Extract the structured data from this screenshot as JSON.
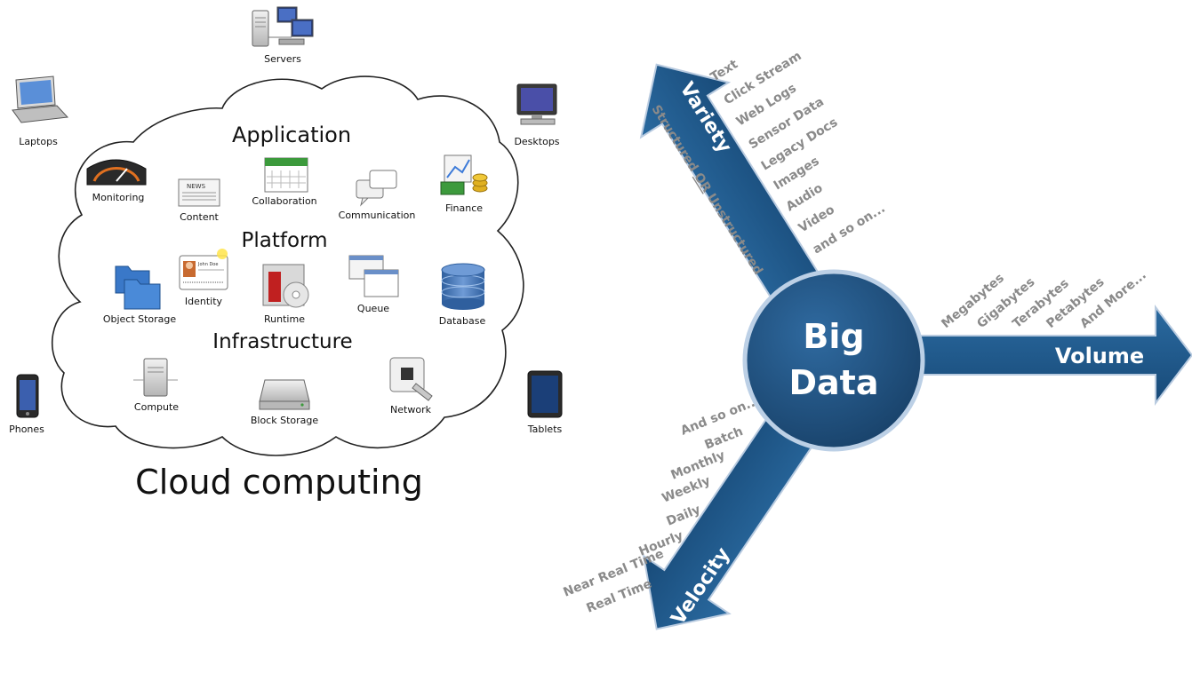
{
  "cloud": {
    "caption": "Cloud computing",
    "layers": {
      "application": "Application",
      "platform": "Platform",
      "infrastructure": "Infrastructure"
    },
    "devices": {
      "servers": "Servers",
      "laptops": "Laptops",
      "desktops": "Desktops",
      "phones": "Phones",
      "tablets": "Tablets"
    },
    "services": {
      "monitoring": "Monitoring",
      "content": "Content",
      "collaboration": "Collaboration",
      "communication": "Communication",
      "finance": "Finance",
      "object_storage": "Object Storage",
      "identity": "Identity",
      "identity_card_name": "John Doe",
      "runtime": "Runtime",
      "queue": "Queue",
      "database": "Database",
      "compute": "Compute",
      "block_storage": "Block Storage",
      "network": "Network",
      "news_label": "NEWS"
    }
  },
  "bigdata": {
    "center_line1": "Big",
    "center_line2": "Data",
    "colors": {
      "arrow": "#1d5a8c",
      "circle": "#1e4f7e",
      "text_gray": "#8a8a8a"
    },
    "variety": {
      "label": "Variety",
      "axis_note_pre": "Structured ",
      "axis_note_or": "OR",
      "axis_note_post": " Unstructured",
      "items": [
        "Text",
        "Click Stream",
        "Web Logs",
        "Sensor Data",
        "Legacy Docs",
        "Images",
        "Audio",
        "Video",
        "and so on..."
      ]
    },
    "volume": {
      "label": "Volume",
      "items": [
        "Megabytes",
        "Gigabytes",
        "Terabytes",
        "Petabytes",
        "And More..."
      ]
    },
    "velocity": {
      "label": "Velocity",
      "items": [
        "And so on..",
        "Batch",
        "Monthly",
        "Weekly",
        "Daily",
        "Hourly",
        "Near Real Time",
        "Real Time"
      ]
    }
  }
}
